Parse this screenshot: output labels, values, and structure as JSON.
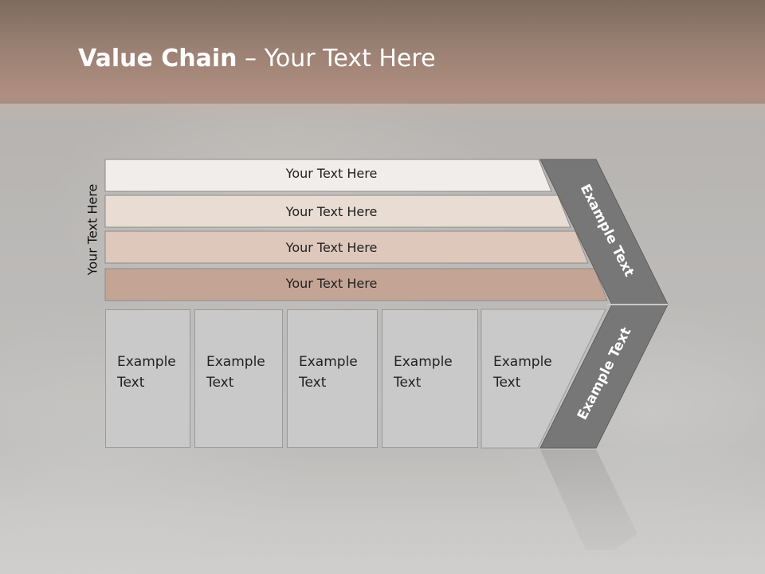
{
  "slide": {
    "title_bold": "Value Chain",
    "title_rest": " – Your Text Here",
    "side_label": "Your Text Here"
  },
  "bars": [
    {
      "label": "Your Text Here",
      "color": "#f1edea"
    },
    {
      "label": "Your Text Here",
      "color": "#e8dcd3"
    },
    {
      "label": "Your Text Here",
      "color": "#ddc8bb"
    },
    {
      "label": "Your Text Here",
      "color": "#c4a595"
    }
  ],
  "columns": [
    {
      "line1": "Example",
      "line2": "Text"
    },
    {
      "line1": "Example",
      "line2": "Text"
    },
    {
      "line1": "Example",
      "line2": "Text"
    },
    {
      "line1": "Example",
      "line2": "Text"
    },
    {
      "line1": "Example",
      "line2": "Text"
    }
  ],
  "chevron": {
    "upper_label": "Example Text",
    "lower_label": "Example Text",
    "color": "#777777"
  }
}
